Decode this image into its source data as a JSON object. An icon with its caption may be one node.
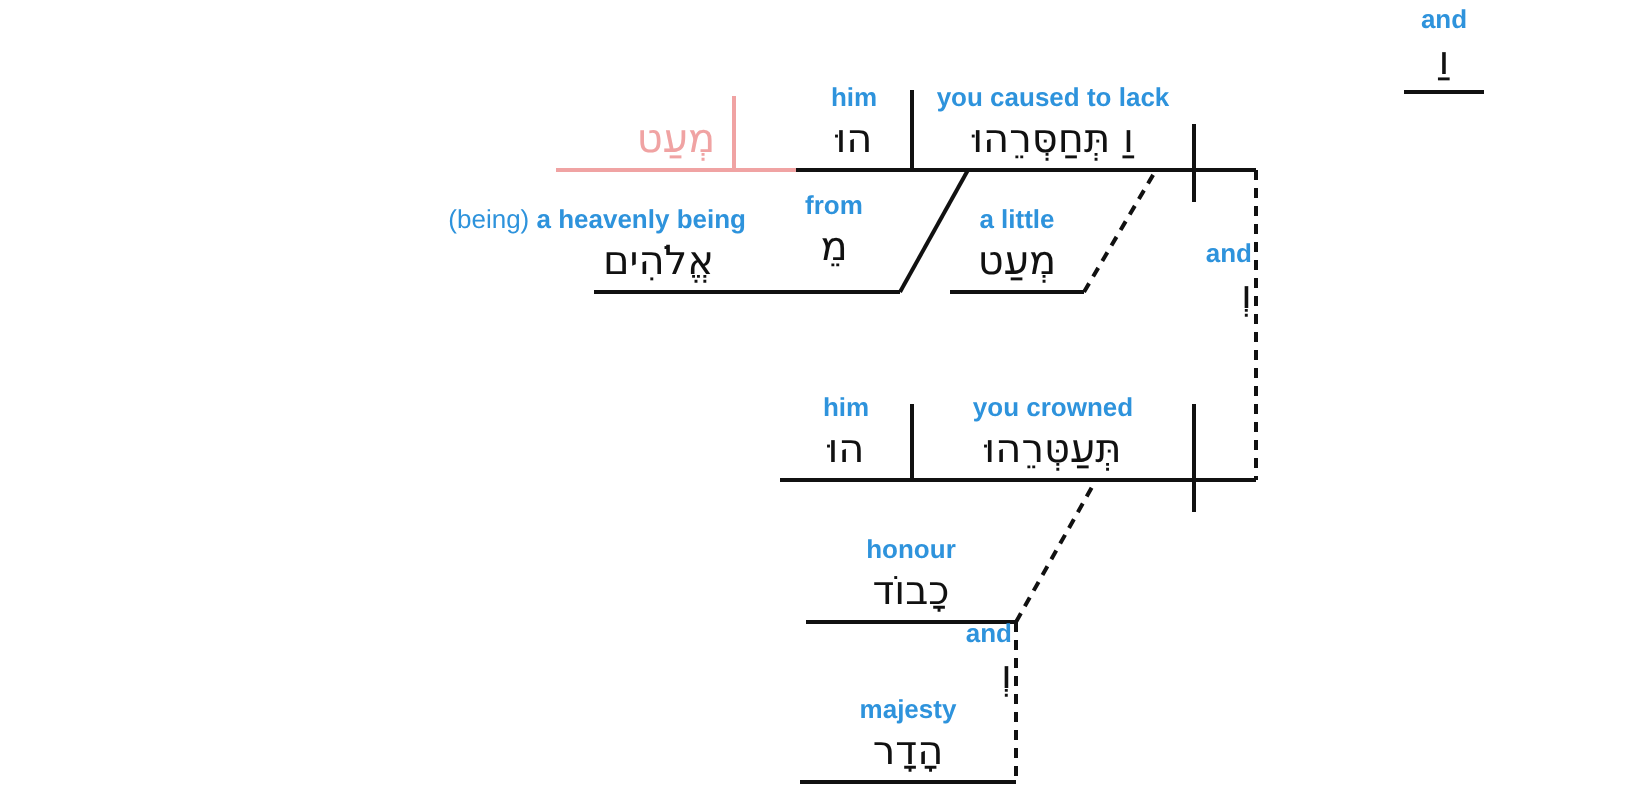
{
  "diagram": {
    "nodes": [
      {
        "text": [
          "and",
          "וַ"
        ]
      },
      {
        "text": [
          "מְעַט"
        ]
      },
      {
        "text": [
          "him",
          "הוּ"
        ]
      },
      {
        "text": [
          "you caused to lack",
          "וַ תְּחַסְּרֵהוּ"
        ]
      },
      {
        "text": [
          "(being) **a heavenly being**",
          "אֱלֹהִים"
        ]
      },
      {
        "text": [
          "from",
          "מֵ"
        ]
      },
      {
        "text": [
          "a little",
          "מְעַט"
        ]
      },
      {
        "text": [
          "and",
          "וְ"
        ]
      },
      {
        "text": [
          "him",
          "הוּ"
        ]
      },
      {
        "text": [
          "you crowned",
          "תְּעַטְּרֵהוּ"
        ]
      },
      {
        "text": [
          "honour",
          "כָבוֹד"
        ]
      },
      {
        "text": [
          "and",
          "וְ"
        ]
      },
      {
        "text": [
          "majesty",
          "הָדָר"
        ]
      }
    ],
    "edges": [
      {
        "from": 4,
        "to": 3,
        "arrow": "none"
      },
      {
        "from": 6,
        "to": 3,
        "arrow": "none",
        "style": "dashed"
      },
      {
        "from": 3,
        "to": 9,
        "arrow": "none",
        "style": "dashed"
      },
      {
        "from": 10,
        "to": 9,
        "arrow": "none",
        "style": "dashed"
      },
      {
        "from": 10,
        "to": 12,
        "arrow": "none",
        "style": "dashed"
      }
    ]
  }
}
